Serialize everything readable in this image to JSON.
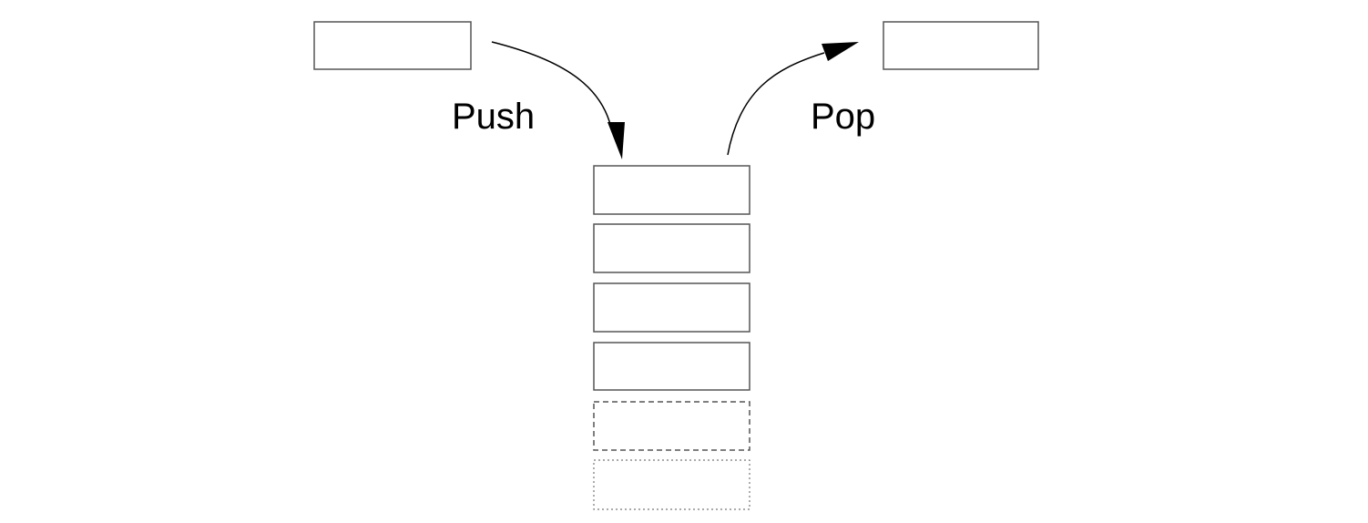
{
  "labels": {
    "push": "Push",
    "pop": "Pop"
  },
  "stack": {
    "solid_slots": 4,
    "dashed_slots": 1,
    "dotted_slots": 1
  },
  "colors": {
    "stroke": "#555555",
    "arrow": "#000000",
    "text": "#000000",
    "background": "#ffffff"
  }
}
